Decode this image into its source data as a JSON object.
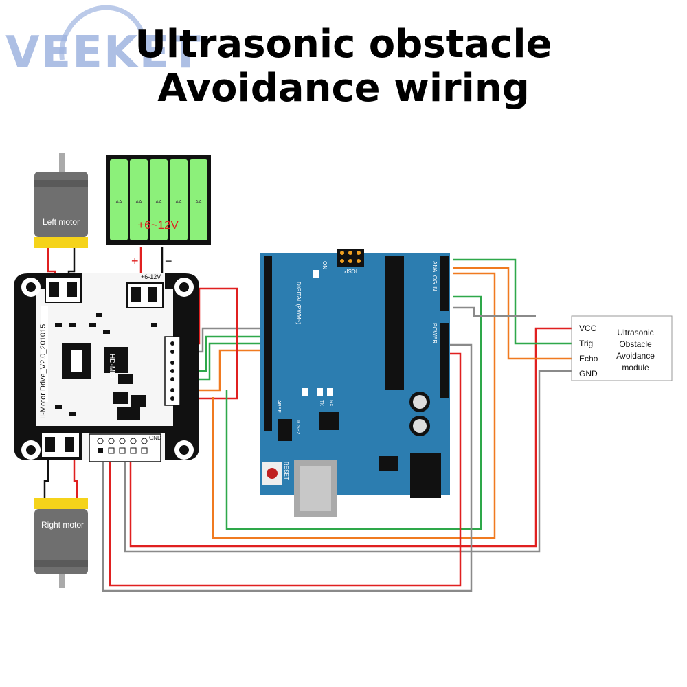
{
  "logo": {
    "text": "VEEKET"
  },
  "title": {
    "line1": "Ultrasonic obstacle",
    "line2": "Avoidance wiring"
  },
  "motors": {
    "left_label": "Left motor",
    "right_label": "Right motor"
  },
  "battery": {
    "voltage_label": "+6~12V",
    "plus": "+",
    "minus": "−",
    "cell_marks": [
      "AA",
      "AA",
      "AA",
      "AA",
      "AA"
    ]
  },
  "driver_board": {
    "name": "II-Motor Drive_V2.0_201015",
    "chip": "HD-MIS",
    "power_label": "+6-12V",
    "header_label": "GND"
  },
  "arduino": {
    "icsp_label": "ICSP",
    "icsp2_label": "ICSP2",
    "reset_label": "RESET",
    "digital_label": "DIGITAL (PWM~)",
    "analog_label": "ANALOG IN",
    "power_label": "POWER",
    "tx_label": "TX",
    "rx_label": "RX",
    "on_label": "ON",
    "aref_label": "AREF"
  },
  "ultrasonic": {
    "pins": [
      "VCC",
      "Trig",
      "Echo",
      "GND"
    ],
    "label_lines": [
      "Ultrasonic",
      "Obstacle",
      "Avoidance",
      "module"
    ]
  },
  "wire_colors": {
    "red": "#e02020",
    "green": "#2ea84a",
    "orange": "#f07a20",
    "gray": "#8a8a8a"
  }
}
